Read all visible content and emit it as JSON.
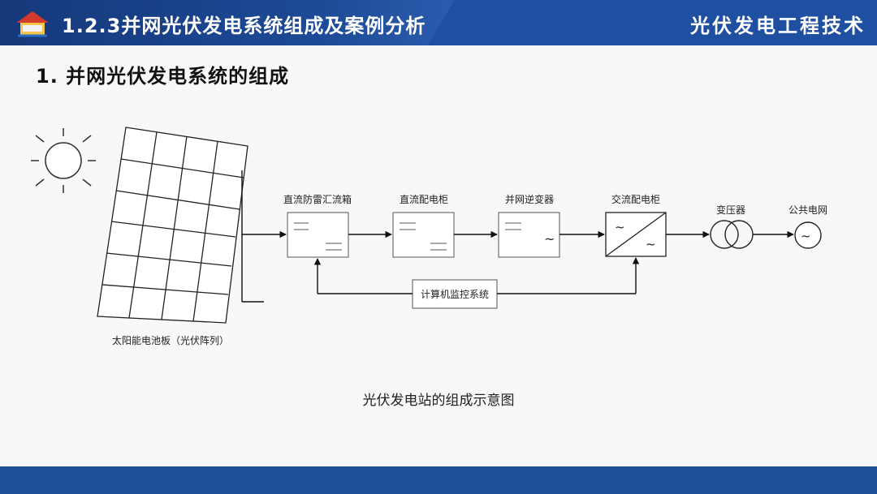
{
  "header": {
    "section_title": "1.2.3并网光伏发电系统组成及案例分析",
    "course_title": "光伏发电工程技术"
  },
  "main": {
    "heading": "1. 并网光伏发电系统的组成"
  },
  "diagram": {
    "solar_panel_label": "太阳能电池板（光伏阵列）",
    "combiner_box_label": "直流防雷汇流箱",
    "dc_cabinet_label": "直流配电柜",
    "inverter_label": "并网逆变器",
    "ac_cabinet_label": "交流配电柜",
    "transformer_label": "变压器",
    "grid_label": "公共电网",
    "monitor_label": "计算机监控系统",
    "caption": "光伏发电站的组成示意图"
  },
  "colors": {
    "header_blue": "#1f4fa0",
    "footer_blue": "#1d4f9a"
  }
}
